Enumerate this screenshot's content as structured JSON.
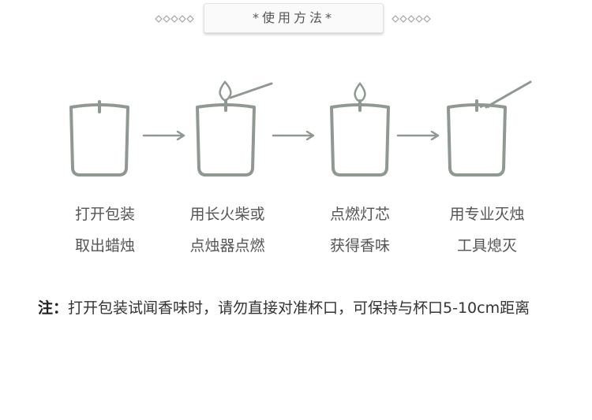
{
  "header": {
    "title": "*使用方法*"
  },
  "steps": [
    {
      "icon": "candle-jar-icon",
      "line1": "打开包装",
      "line2": "取出蜡烛"
    },
    {
      "icon": "candle-lighting-icon",
      "line1": "用长火柴或",
      "line2": "点烛器点燃"
    },
    {
      "icon": "candle-flame-icon",
      "line1": "点燃灯芯",
      "line2": "获得香味"
    },
    {
      "icon": "candle-extinguish-icon",
      "line1": "用专业灭烛",
      "line2": "工具熄灭"
    }
  ],
  "note": {
    "prefix": "注：",
    "text": "打开包装试闻香味时，请勿直接对准杯口，可保持与杯口5-10cm距离"
  },
  "colors": {
    "icon_stroke": "#8f9991",
    "text": "#555555",
    "note_text": "#333333"
  }
}
